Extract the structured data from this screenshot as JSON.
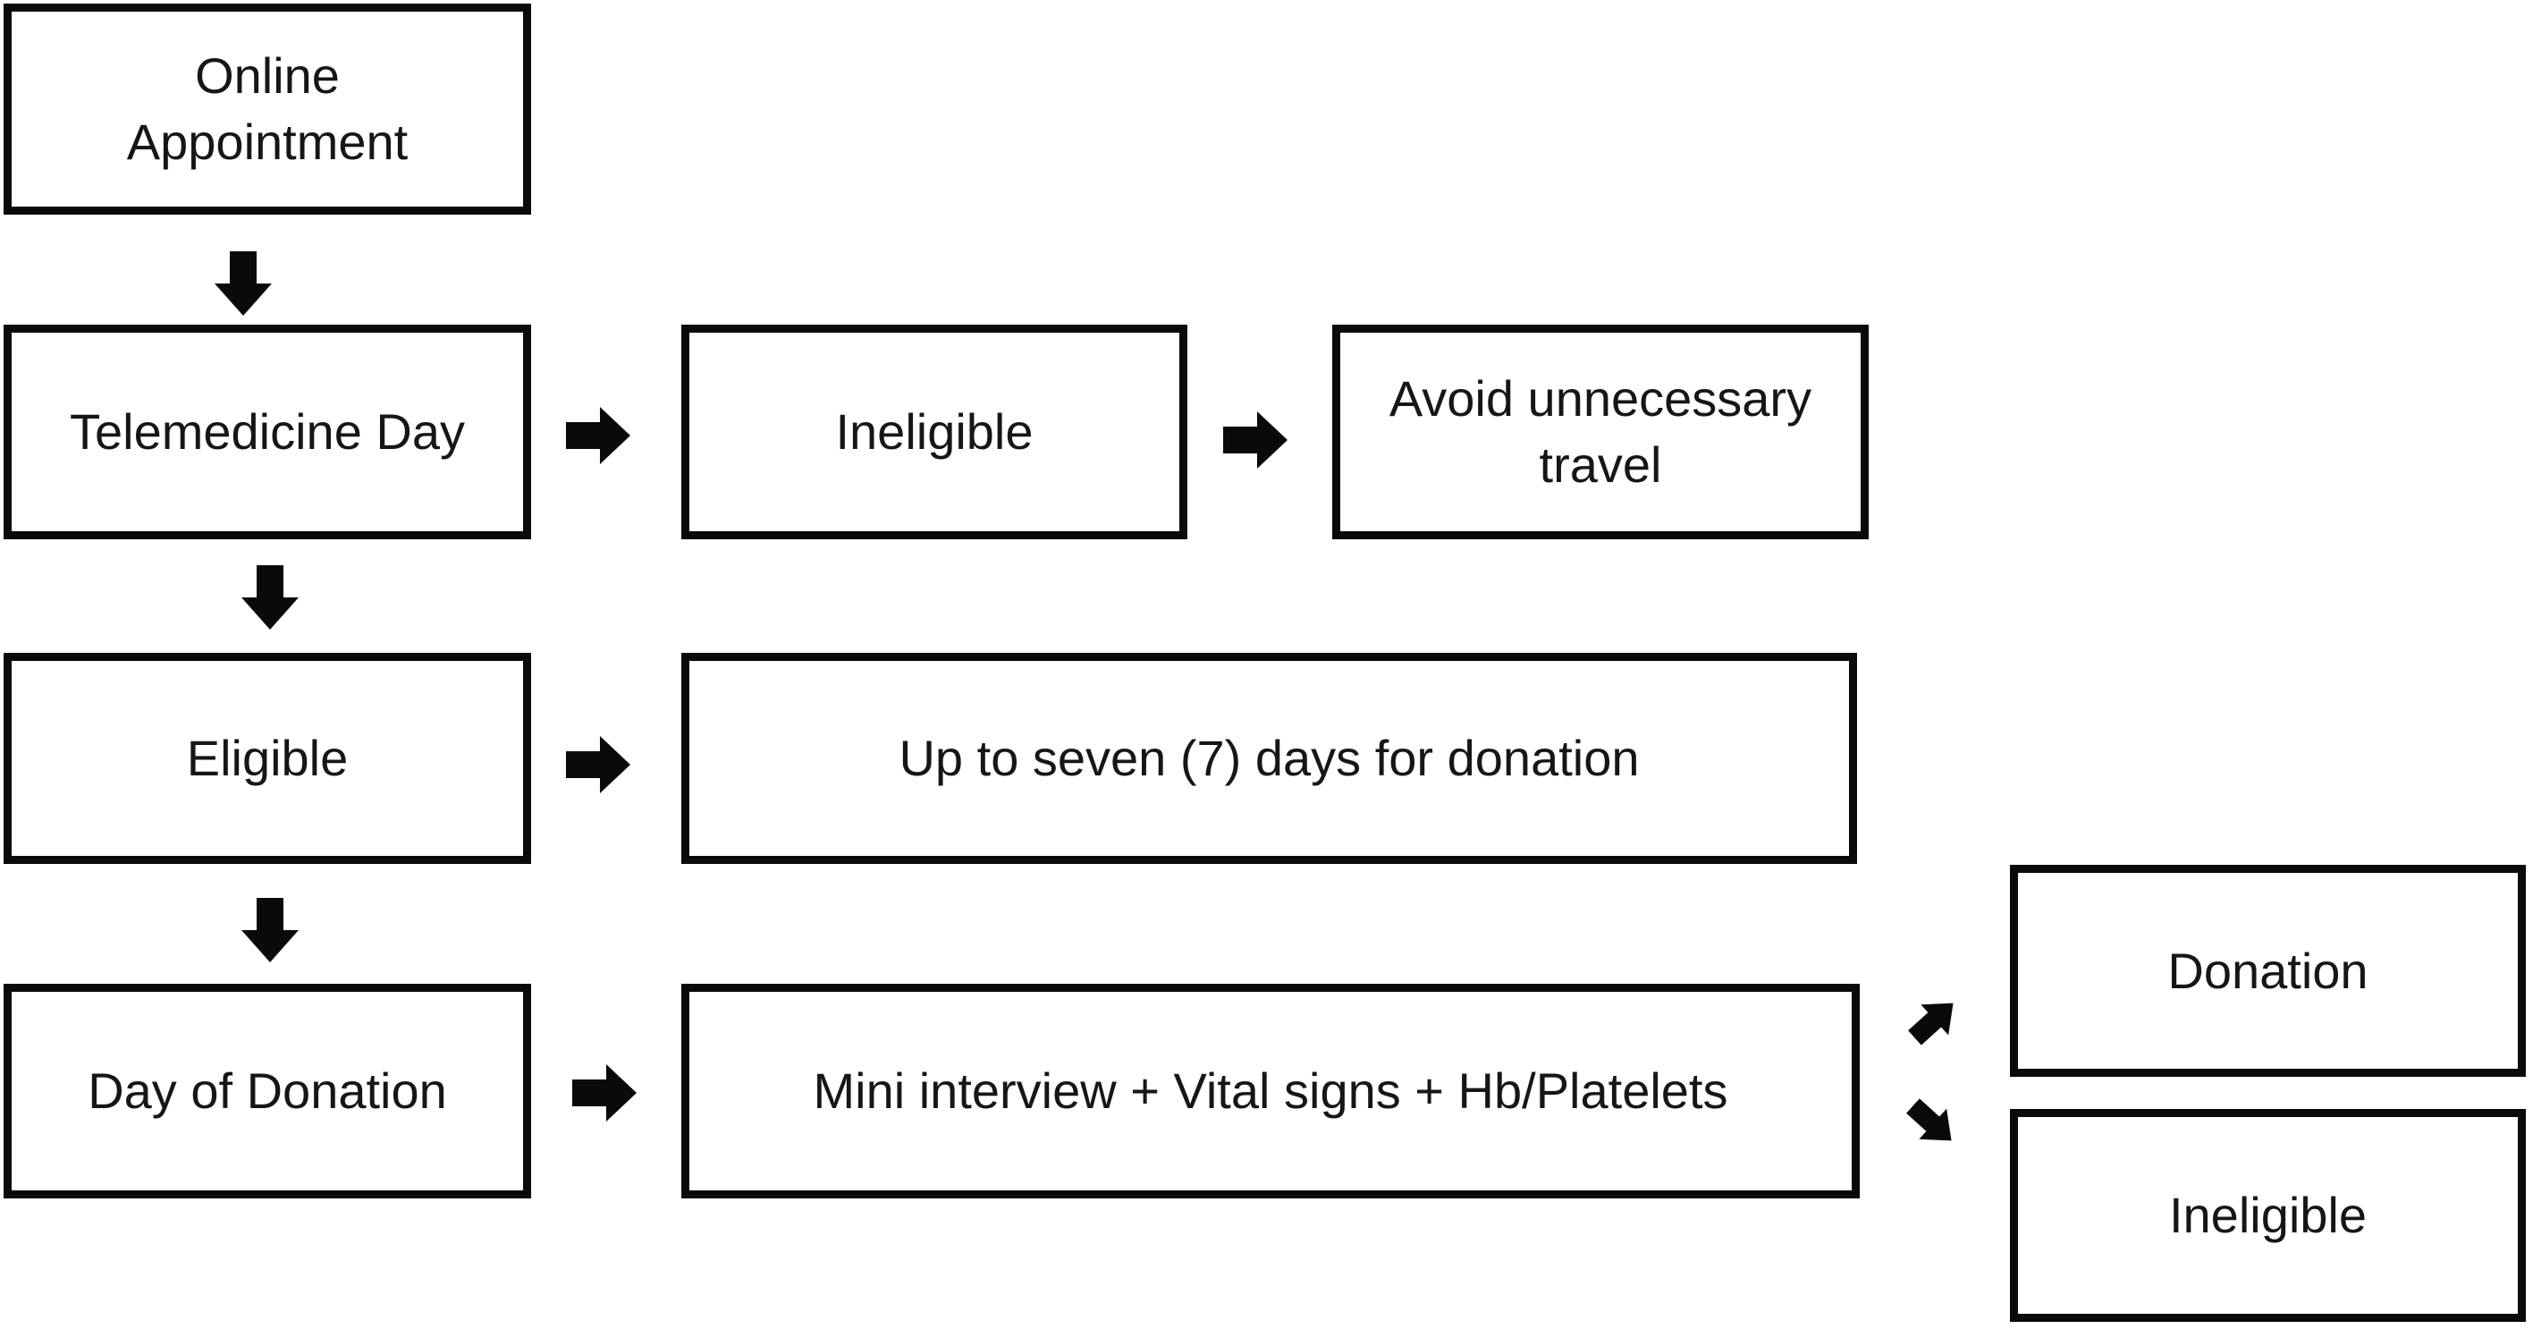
{
  "nodes": {
    "online_appointment": {
      "label": "Online\nAppointment"
    },
    "telemedicine_day": {
      "label": "Telemedicine Day"
    },
    "ineligible_first": {
      "label": "Ineligible"
    },
    "avoid_travel": {
      "label": "Avoid unnecessary\ntravel"
    },
    "eligible": {
      "label": "Eligible"
    },
    "seven_days": {
      "label": "Up to seven (7) days for donation"
    },
    "day_of_donation": {
      "label": "Day of Donation"
    },
    "mini_interview": {
      "label": "Mini interview + Vital signs + Hb/Platelets"
    },
    "donation": {
      "label": "Donation"
    },
    "ineligible_second": {
      "label": "Ineligible"
    }
  },
  "colors": {
    "background": "#ffffff",
    "box_fill": "#ffffff",
    "box_border": "#0a0a0a",
    "text": "#161616",
    "arrow": "#0a0a0a"
  }
}
